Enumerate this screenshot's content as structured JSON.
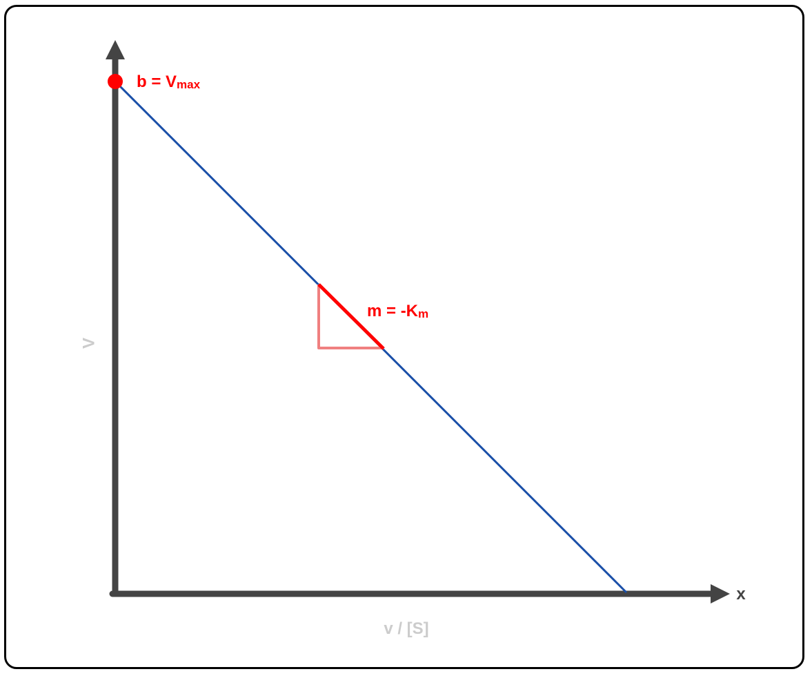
{
  "diagram": {
    "y_axis_label": "V",
    "x_axis_label": "v / [S]",
    "x_axis_end_label": "x",
    "intercept_label": {
      "main": "b = V",
      "sub": "max"
    },
    "slope_label": {
      "main": "m = -K",
      "sub": "m"
    }
  },
  "colors": {
    "axis": "#444444",
    "line": "#1a4fa8",
    "accent": "#ff0000",
    "slope_triangle": "#f08080",
    "axis_title": "#cccccc"
  }
}
